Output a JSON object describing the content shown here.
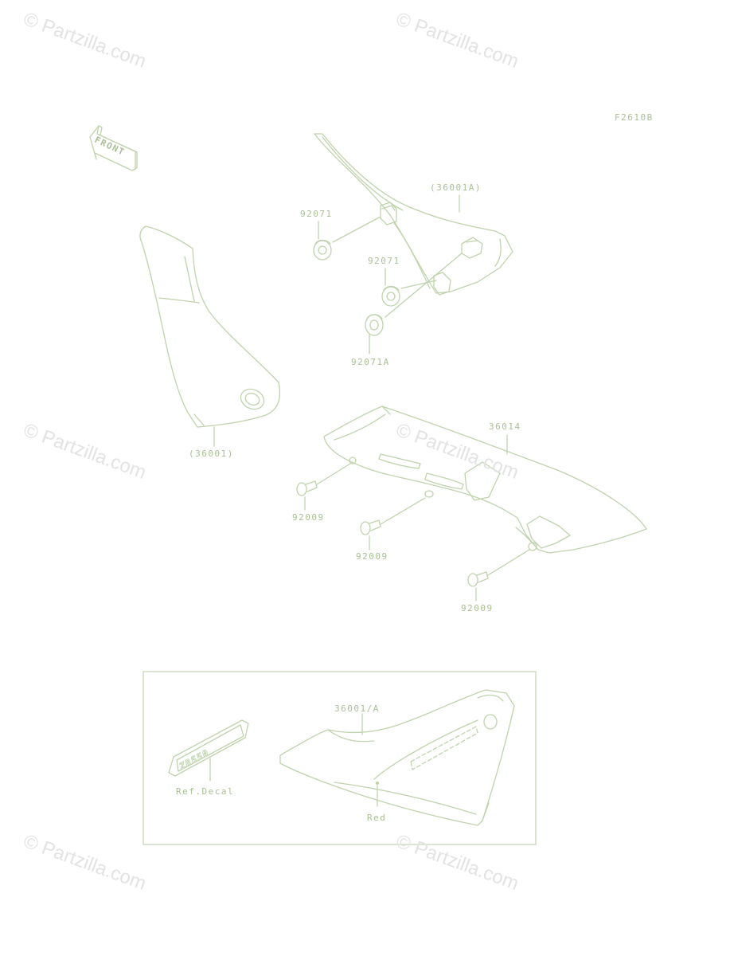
{
  "colors": {
    "line": "#bfd3ac",
    "label": "#a9bf95",
    "watermark": "#e3e3e3",
    "frame": "#c5d5b6"
  },
  "diagram": {
    "figure_code": "F2610B",
    "front_label": "FRONT",
    "labels": {
      "cover_right_ref": "(36001A)",
      "damper_top": "92071",
      "damper_mid": "92071",
      "damper_a": "92071A",
      "cover_left_ref": "(36001)",
      "chain_cover": "36014",
      "bolt_1": "92009",
      "bolt_2": "92009",
      "bolt_3": "92009"
    },
    "inset": {
      "cover_label": "36001/A",
      "decal_ref": "Ref.Decal",
      "decal_text": "ZR550",
      "color_label": "Red"
    }
  },
  "watermarks": [
    "© Partzilla.com",
    "© Partzilla.com",
    "© Partzilla.com",
    "© Partzilla.com",
    "© Partzilla.com",
    "© Partzilla.com"
  ]
}
